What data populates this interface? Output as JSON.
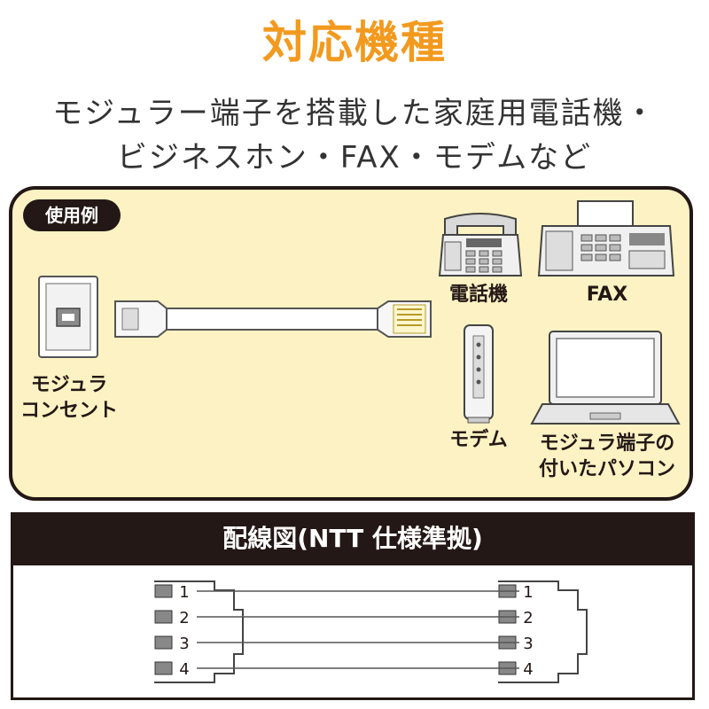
{
  "title": "対応機種",
  "subtitle": {
    "line1": "モジュラー端子を搭載した家庭用電話機・",
    "line2": "ビジネスホン・FAX・モデムなど"
  },
  "example": {
    "badge": "使用例",
    "outlet_label": [
      "モジュラ",
      "コンセント"
    ],
    "phone_label": "電話機",
    "fax_label": "FAX",
    "modem_label": "モデム",
    "pc_label": [
      "モジュラ端子の",
      "付いたパソコン"
    ]
  },
  "wiring": {
    "title": "配線図(NTT 仕様準拠)",
    "pins": [
      "1",
      "2",
      "3",
      "4"
    ]
  }
}
